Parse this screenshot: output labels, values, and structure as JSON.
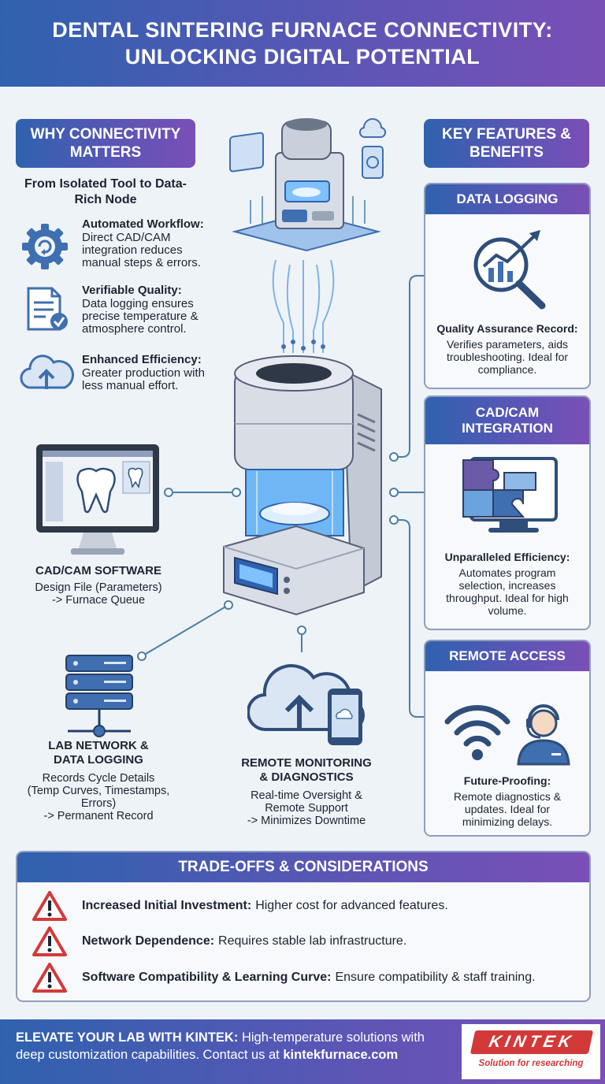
{
  "header": {
    "title": "DENTAL SINTERING FURNACE CONNECTIVITY: UNLOCKING DIGITAL POTENTIAL"
  },
  "why": {
    "title": "WHY CONNECTIVITY MATTERS",
    "subtitle": "From Isolated Tool to Data-Rich Node",
    "items": [
      {
        "icon": "gear-icon",
        "title": "Automated Workflow:",
        "text": "Direct CAD/CAM integration reduces manual steps & errors."
      },
      {
        "icon": "document-check-icon",
        "title": "Verifiable Quality:",
        "text": "Data logging ensures precise temperature & atmosphere control."
      },
      {
        "icon": "cloud-upload-icon",
        "title": "Enhanced Efficiency:",
        "text": "Greater production with less manual effort."
      }
    ]
  },
  "features": {
    "title": "KEY FEATURES & BENEFITS",
    "cards": [
      {
        "header": "DATA LOGGING",
        "icon": "magnifier-chart-icon",
        "title": "Quality Assurance Record:",
        "text": "Verifies parameters, aids troubleshooting. Ideal for compliance."
      },
      {
        "header": "CAD/CAM INTEGRATION",
        "icon": "puzzle-monitor-icon",
        "title": "Unparalleled Efficiency:",
        "text": "Automates program selection, increases throughput. Ideal for high volume."
      },
      {
        "header": "REMOTE ACCESS",
        "icon": "wifi-support-icon",
        "title": "Future-Proofing:",
        "text": "Remote diagnostics & updates. Ideal for minimizing delays."
      }
    ]
  },
  "nodes": {
    "cadcam": {
      "title": "CAD/CAM SOFTWARE",
      "lines": [
        "Design File (Parameters)",
        "-> Furnace Queue"
      ]
    },
    "network": {
      "title_lines": [
        "LAB NETWORK &",
        "DATA LOGGING"
      ],
      "lines": [
        "Records Cycle Details",
        "(Temp Curves, Timestamps,",
        "Errors)",
        "-> Permanent Record"
      ]
    },
    "remote": {
      "title_lines": [
        "REMOTE MONITORING",
        "& DIAGNOSTICS"
      ],
      "lines": [
        "Real-time Oversight &",
        "Remote Support",
        "-> Minimizes Downtime"
      ]
    }
  },
  "tradeoffs": {
    "title": "TRADE-OFFS & CONSIDERATIONS",
    "items": [
      {
        "title": "Increased Initial Investment:",
        "text": "Higher cost for advanced features."
      },
      {
        "title": "Network Dependence:",
        "text": "Requires stable lab infrastructure."
      },
      {
        "title": "Software Compatibility & Learning Curve:",
        "text": "Ensure compatibility & staff training."
      }
    ]
  },
  "footer": {
    "bold": "ELEVATE YOUR LAB WITH KINTEK:",
    "text": "High-temperature solutions with deep customization capabilities. Contact us at",
    "link": "kintekfurnace.com",
    "brand": "KINTEK",
    "tagline": "Solution for researching"
  },
  "colors": {
    "accent_blue": "#2f62ae",
    "accent_purple": "#7a4fb6",
    "warning_red": "#d23a3a",
    "line": "#4a7fa6"
  }
}
